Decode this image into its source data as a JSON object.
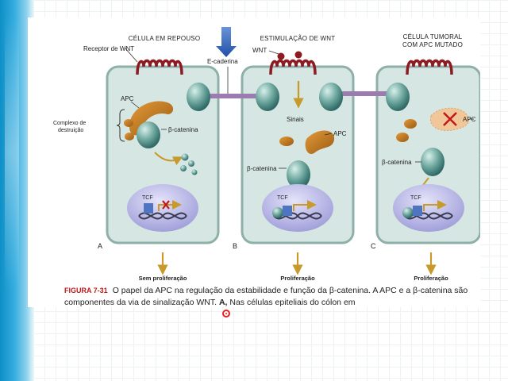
{
  "headers": {
    "resting": "CÉLULA EM REPOUSO",
    "wnt_stimulation": "ESTIMULAÇÃO DE WNT",
    "tumor_line1": "CÉLULA TUMORAL",
    "tumor_line2": "COM APC MUTADO"
  },
  "labels": {
    "wnt_receptor": "Receptor de WNT",
    "e_cadherin": "E-caderina",
    "wnt": "WNT",
    "apc": "APC",
    "destruction_complex_line1": "Complexo de",
    "destruction_complex_line2": "destruição",
    "beta_catenin": "β-catenina",
    "signals": "Sinais",
    "tcf": "TCF"
  },
  "panels": [
    "A",
    "B",
    "C"
  ],
  "outcomes": {
    "a": "Sem proliferação",
    "b": "Proliferação",
    "c": "Proliferação"
  },
  "caption": {
    "figure_label": "FIGURA 7-31",
    "text_1": "O papel da APC na regulação da estabilidade e função da β-catenina. A APC e a β-catenina são componentes da via de sinalização WNT.",
    "bold_a": "A,",
    "text_2": "Nas células epiteliais do cólon em"
  },
  "colors": {
    "cell_fill": "#d6e6e2",
    "cell_border": "#8fb0a8",
    "receptor": "#8e1a22",
    "apc": "#c77a1c",
    "beta_catenin": "#5f9f98",
    "nucleus": "#b9b8e6",
    "junction": "#9b7bb0",
    "arrow": "#c79a2b",
    "accent_red": "#c01818",
    "slide_bar": "#1e9fd8"
  }
}
